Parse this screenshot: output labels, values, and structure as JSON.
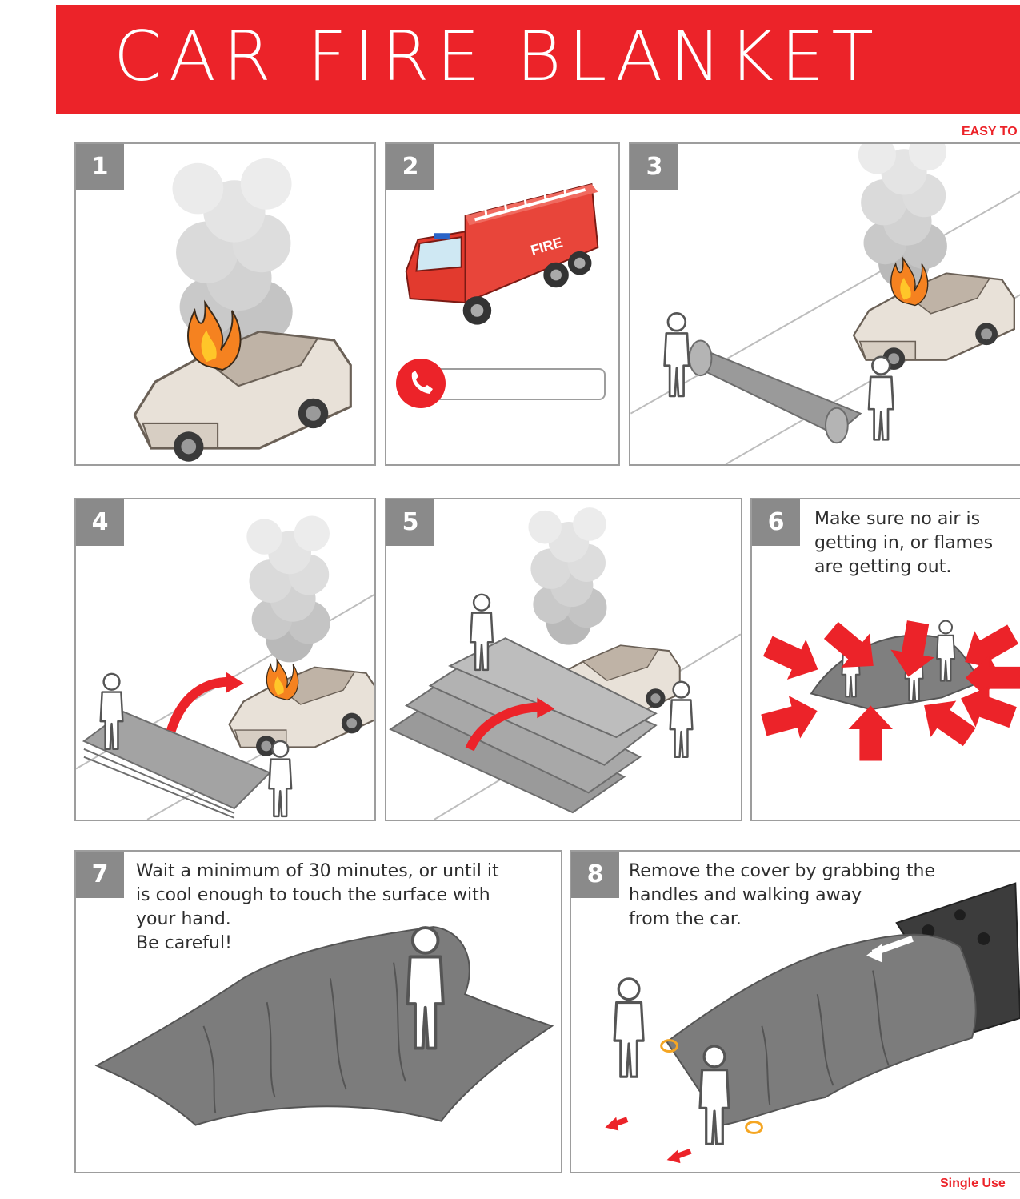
{
  "header": {
    "title": "CAR FIRE BLANKET",
    "tagline": "EASY TO"
  },
  "footer": {
    "note": "Single Use"
  },
  "colors": {
    "accent": "#ec2329",
    "badge": "#8a8a8a",
    "blanket": "#8c8c8c",
    "border": "#9d9d9d"
  },
  "steps": [
    {
      "number": "1",
      "caption": ""
    },
    {
      "number": "2",
      "caption": "",
      "truck_label": "FIRE",
      "icon": "phone-icon"
    },
    {
      "number": "3",
      "caption": ""
    },
    {
      "number": "4",
      "caption": ""
    },
    {
      "number": "5",
      "caption": ""
    },
    {
      "number": "6",
      "caption": "Make sure no air is\ngetting in, or flames\nare getting out."
    },
    {
      "number": "7",
      "caption": "Wait a minimum of 30 minutes, or until it\nis cool enough to touch the surface with\nyour hand.\nBe careful!"
    },
    {
      "number": "8",
      "caption": "Remove the cover by grabbing the\nhandles and walking away\nfrom the car."
    }
  ]
}
